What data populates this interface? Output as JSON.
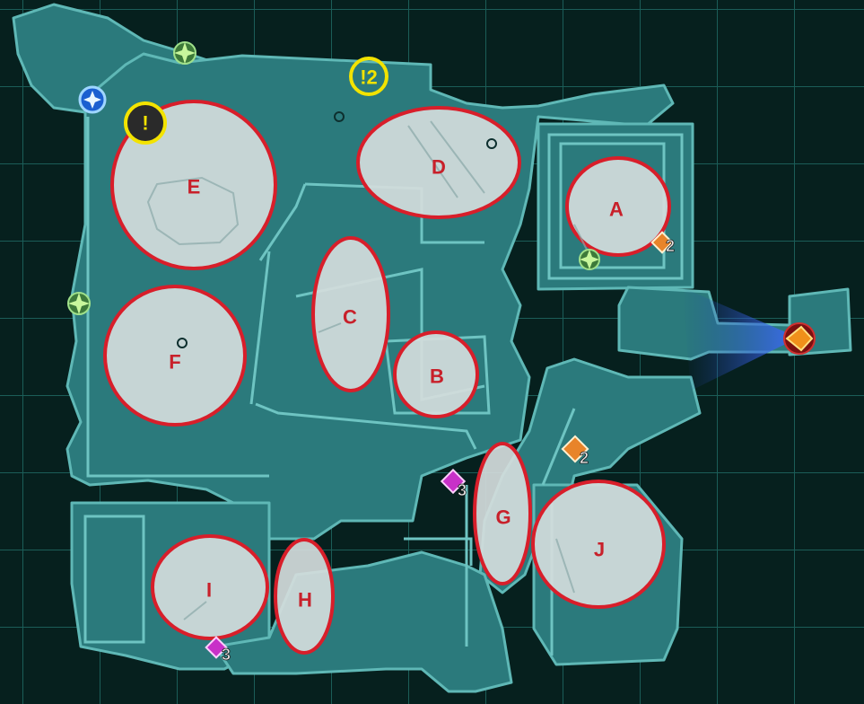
{
  "map": {
    "zones": [
      {
        "id": "A",
        "label": "A"
      },
      {
        "id": "B",
        "label": "B"
      },
      {
        "id": "C",
        "label": "C"
      },
      {
        "id": "D",
        "label": "D"
      },
      {
        "id": "E",
        "label": "E"
      },
      {
        "id": "F",
        "label": "F"
      },
      {
        "id": "G",
        "label": "G"
      },
      {
        "id": "H",
        "label": "H"
      },
      {
        "id": "I",
        "label": "I"
      },
      {
        "id": "J",
        "label": "J"
      }
    ],
    "quest_markers": [
      {
        "id": "quest-1",
        "label": "!"
      },
      {
        "id": "quest-2",
        "label": "!2"
      }
    ],
    "chest_markers": [
      {
        "id": "chest-orange-1",
        "count": "2",
        "color": "#e8842a"
      },
      {
        "id": "chest-orange-2",
        "count": "2",
        "color": "#e8842a"
      },
      {
        "id": "chest-purple-1",
        "count": "3",
        "color": "#c830c8"
      },
      {
        "id": "chest-purple-2",
        "count": "3",
        "color": "#c830c8"
      }
    ],
    "colors": {
      "background": "#06201e",
      "floor": "#2a7a7c",
      "zone_fill": "#d4dcdc",
      "zone_stroke": "#d81e2a",
      "quest_ring": "#f3e300",
      "player": "#f0901a"
    },
    "icons": [
      "waypoint-icon",
      "compass-star-icon",
      "player-marker-icon",
      "chest-marker-icon",
      "quest-marker-icon"
    ]
  }
}
